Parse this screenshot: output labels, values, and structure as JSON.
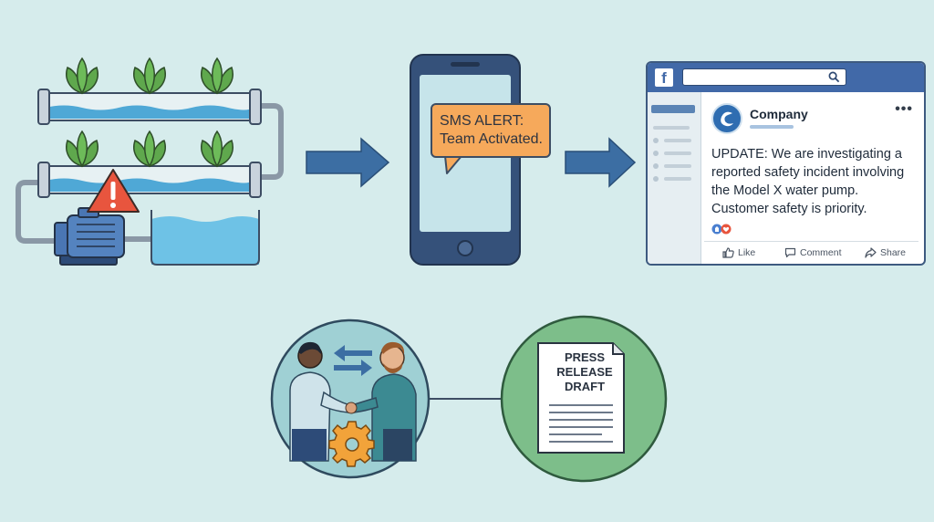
{
  "sms": {
    "line1": "SMS ALERT:",
    "line2": "Team Activated."
  },
  "facebook": {
    "logo": "f",
    "company": "Company",
    "more": "•••",
    "post_lines": [
      "UPDATE: We are investigating a",
      "reported safety incident involving",
      "the Model X water pump.",
      "Customer safety is priority."
    ],
    "actions": {
      "like": "Like",
      "comment": "Comment",
      "share": "Share"
    },
    "colors": {
      "topbar": "#4169a8",
      "avatar": "#2f6db1"
    }
  },
  "press": {
    "line1": "PRESS",
    "line2": "RELEASE",
    "line3": "DRAFT"
  },
  "icons": {
    "warning": "warning-icon",
    "gear": "gear-icon",
    "search": "search-icon",
    "arrows": "exchange-arrows-icon"
  },
  "colors": {
    "background": "#d6ecec",
    "arrow": "#3c6ea3",
    "warning": "#e8553e",
    "sms": "#f6a95b",
    "press_circle": "#7dbe8a",
    "meeting_circle": "#9fd0d4",
    "gear": "#f2a33a"
  }
}
